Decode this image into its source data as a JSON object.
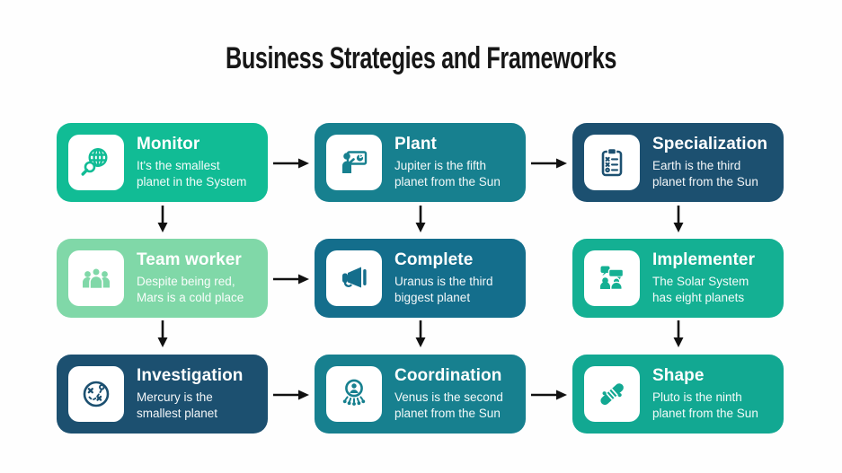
{
  "title": "Business Strategies and Frameworks",
  "colors": {
    "background": "#FEFEFE",
    "title_text": "#171717",
    "card_text": "#FFFFFF",
    "icon_box": "#FFFFFF",
    "arrow": "#111111"
  },
  "cards": [
    {
      "title": "Monitor",
      "description": "It's the smallest\nplanet in the System",
      "color": "#11BC95",
      "icon": "globe-search-icon"
    },
    {
      "title": "Plant",
      "description": "Jupiter is the fifth\nplanet from the Sun",
      "color": "#17808F",
      "icon": "presentation-icon"
    },
    {
      "title": "Specialization",
      "description": "Earth is the third\nplanet from the Sun",
      "color": "#1C5070",
      "icon": "clipboard-list-icon"
    },
    {
      "title": "Team worker",
      "description": "Despite being red,\nMars is a cold place",
      "color": "#80D8A8",
      "icon": "team-icon"
    },
    {
      "title": "Complete",
      "description": "Uranus is the third\nbiggest planet",
      "color": "#146E8C",
      "icon": "megaphone-icon"
    },
    {
      "title": "Implementer",
      "description": "The Solar System\nhas eight planets",
      "color": "#14B093",
      "icon": "discussion-icon"
    },
    {
      "title": "Investigation",
      "description": "Mercury is the\nsmallest planet",
      "color": "#1C5070",
      "icon": "strategy-icon"
    },
    {
      "title": "Coordination",
      "description": "Venus is the second\nplanet from the Sun",
      "color": "#17808F",
      "icon": "delegation-icon"
    },
    {
      "title": "Shape",
      "description": "Pluto is the ninth\nplanet from the Sun",
      "color": "#12A892",
      "icon": "handshake-icon"
    }
  ]
}
